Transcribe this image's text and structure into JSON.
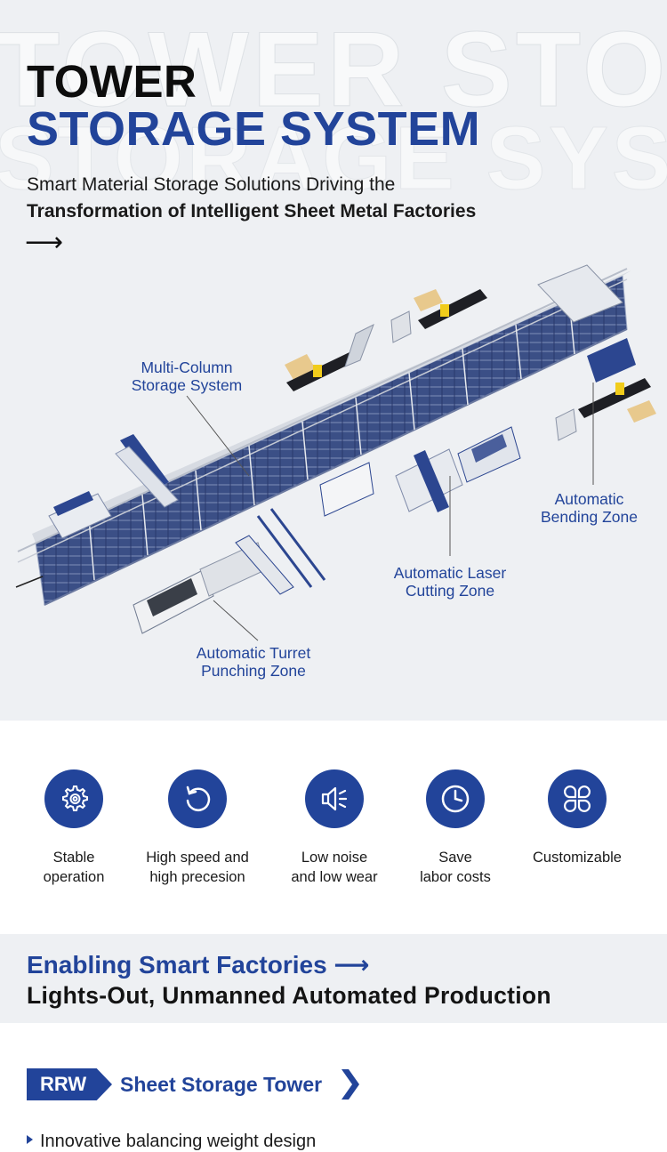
{
  "hero": {
    "watermark_line1": "TOWER STORAGE",
    "watermark_line2": "STORAGE SYSTEM",
    "title_line1": "TOWER",
    "title_line2": "STORAGE SYSTEM",
    "subtitle_line1": "Smart Material Storage Solutions Driving the",
    "subtitle_line2": "Transformation of Intelligent Sheet Metal Factories",
    "arrow": "⟶"
  },
  "zones": {
    "storage": [
      "Multi-Column",
      "Storage System"
    ],
    "bending": [
      "Automatic",
      "Bending Zone"
    ],
    "laser": [
      "Automatic Laser",
      "Cutting Zone"
    ],
    "turret": [
      "Automatic Turret",
      "Punching Zone"
    ]
  },
  "features": [
    {
      "icon": "gear-icon",
      "line1": "Stable",
      "line2": "operation"
    },
    {
      "icon": "refresh-icon",
      "line1": "High speed and",
      "line2": "high precesion"
    },
    {
      "icon": "speaker-icon",
      "line1": "Low noise",
      "line2": "and low wear"
    },
    {
      "icon": "clock-icon",
      "line1": "Save",
      "line2": "labor costs"
    },
    {
      "icon": "grid-icon",
      "line1": "Customizable",
      "line2": ""
    }
  ],
  "banner": {
    "title": "Enabling Smart Factories ⟶",
    "subtitle": "Lights-Out, Unmanned Automated Production"
  },
  "product": {
    "tag": "RRW",
    "name": "Sheet Storage Tower",
    "bullet": "Innovative balancing weight design"
  },
  "colors": {
    "brand_blue": "#22449a",
    "background_gray": "#eef0f3"
  }
}
